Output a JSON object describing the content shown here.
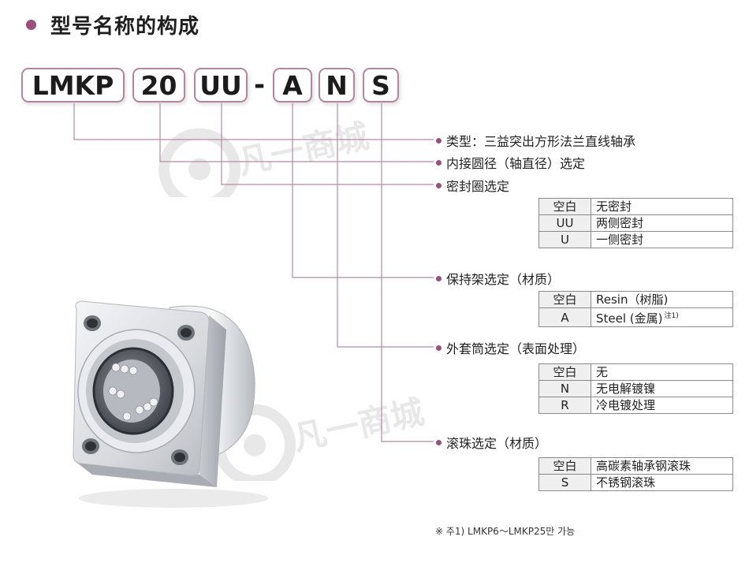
{
  "title": "型号名称的构成",
  "code": {
    "parts": [
      "LMKP",
      "20",
      "UU",
      "A",
      "N",
      "S"
    ],
    "separator": "-"
  },
  "labels": {
    "type": "类型：三益突出方形法兰直线轴承",
    "bore": "内接圆径（轴直径）选定",
    "seal": "密封圈选定",
    "retainer": "保持架选定（材质）",
    "sleeve": "外套筒选定（表面处理）",
    "ball": "滚珠选定（材质）"
  },
  "tables": {
    "seal": [
      {
        "key": "空白",
        "value": "无密封"
      },
      {
        "key": "UU",
        "value": "两侧密封"
      },
      {
        "key": "U",
        "value": "一侧密封"
      }
    ],
    "retainer": [
      {
        "key": "空白",
        "value": "Resin（树脂)"
      },
      {
        "key": "A",
        "value": "Steel (金属)",
        "note": "注1)"
      }
    ],
    "sleeve": [
      {
        "key": "空白",
        "value": "无"
      },
      {
        "key": "N",
        "value": "无电解镀镍"
      },
      {
        "key": "R",
        "value": "冷电镀处理"
      }
    ],
    "ball": [
      {
        "key": "空白",
        "value": "高碳素轴承钢滚珠"
      },
      {
        "key": "S",
        "value": "不锈钢滚珠"
      }
    ]
  },
  "footnote": "※ 주1) LMKP6～LMKP25만 가능",
  "watermark": "凡一商城",
  "colors": {
    "accent": "#9b4f7d",
    "box_border": "#b5859f",
    "line": "#b58aa3",
    "table_key_bg": "#efefef"
  }
}
